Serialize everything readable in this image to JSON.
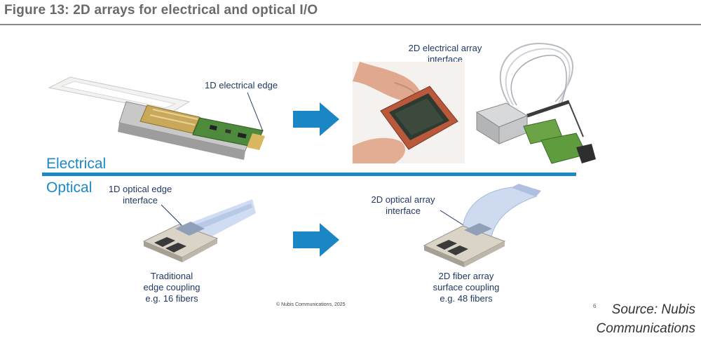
{
  "figure_title": "Figure 13: 2D arrays for electrical and optical I/O",
  "sections": {
    "electrical": "Electrical",
    "optical": "Optical"
  },
  "labels": {
    "edge_1d_electrical": "1D electrical edge",
    "array_2d_electrical_line1": "2D electrical array",
    "array_2d_electrical_line2": "interface",
    "edge_1d_optical_line1": "1D optical edge",
    "edge_1d_optical_line2": "interface",
    "array_2d_optical_line1": "2D optical array",
    "array_2d_optical_line2": "interface"
  },
  "captions": {
    "traditional_line1": "Traditional",
    "traditional_line2": "edge coupling",
    "traditional_line3": "e.g. 16 fibers",
    "fiber_array_line1": "2D fiber array",
    "fiber_array_line2": "surface coupling",
    "fiber_array_line3": "e.g. 48 fibers"
  },
  "copyright": "© Nubis Communications, 2025",
  "footnote_marker": "6",
  "source_line1": "Source: Nubis",
  "source_line2": "Communications",
  "colors": {
    "accent_blue": "#1b88c7",
    "label_navy": "#1f3864",
    "arrow_blue": "#1a86c4"
  }
}
